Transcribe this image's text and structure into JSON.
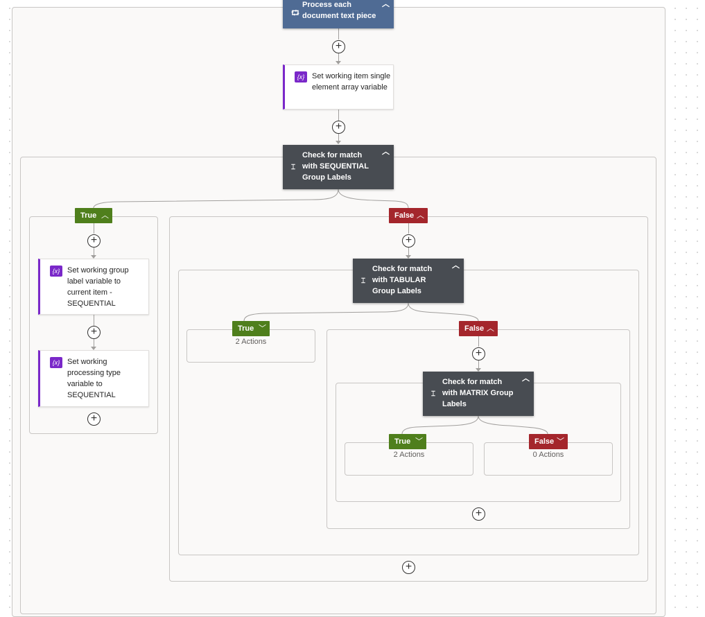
{
  "foreach": {
    "title": "Process each\ndocument text piece",
    "icon": "foreach-loop-icon"
  },
  "set_item": {
    "title": "Set working item single element array variable",
    "icon": "variable-icon",
    "icon_text": "{x}"
  },
  "cond_sequential": {
    "title": "Check for match\nwith SEQUENTIAL\nGroup Labels",
    "icon": "condition-icon"
  },
  "seq_true": {
    "label": "True",
    "actions": [
      {
        "title": "Set working group label variable to current item - SEQUENTIAL"
      },
      {
        "title": "Set working processing type variable to SEQUENTIAL"
      }
    ]
  },
  "seq_false": {
    "label": "False"
  },
  "cond_tabular": {
    "title": "Check for match\nwith TABULAR\nGroup Labels"
  },
  "tab_true": {
    "label": "True",
    "count": "2 Actions"
  },
  "tab_false": {
    "label": "False"
  },
  "cond_matrix": {
    "title": "Check for match\nwith MATRIX Group\nLabels"
  },
  "mat_true": {
    "label": "True",
    "count": "2 Actions"
  },
  "mat_false": {
    "label": "False",
    "count": "0 Actions"
  },
  "colors": {
    "loop_header": "#4f6b94",
    "condition": "#484c52",
    "true": "#4f7f1c",
    "false": "#a4262c",
    "variable": "#7a28c9"
  }
}
